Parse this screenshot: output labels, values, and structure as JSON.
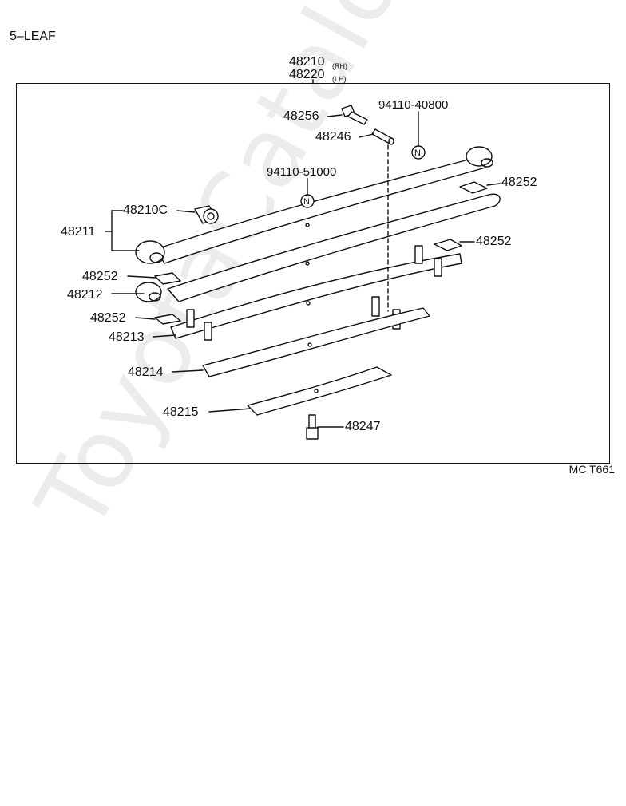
{
  "header": {
    "title": "5–LEAF"
  },
  "assembly": {
    "rh_number": "48210",
    "rh_suffix": "(RH)",
    "lh_number": "48220",
    "lh_suffix": "(LH)"
  },
  "parts": {
    "bolt_top": "48256",
    "pin_top": "94110-40800",
    "pin": "48246",
    "nut_mid": "94110-51000",
    "bushing": "48210C",
    "leaf1": "48211",
    "insert_top_right": "48252",
    "insert_mid_right": "48252",
    "insert_left_upper": "48252",
    "leaf2": "48212",
    "insert_left_lower": "48252",
    "leaf3": "48213",
    "leaf4": "48214",
    "leaf5": "48215",
    "center_bolt": "48247"
  },
  "symbols": {
    "new_part": "N"
  },
  "footer": {
    "diagram_code": "MC T661"
  },
  "watermark": {
    "text": "ToyotaCatalog.ru"
  }
}
